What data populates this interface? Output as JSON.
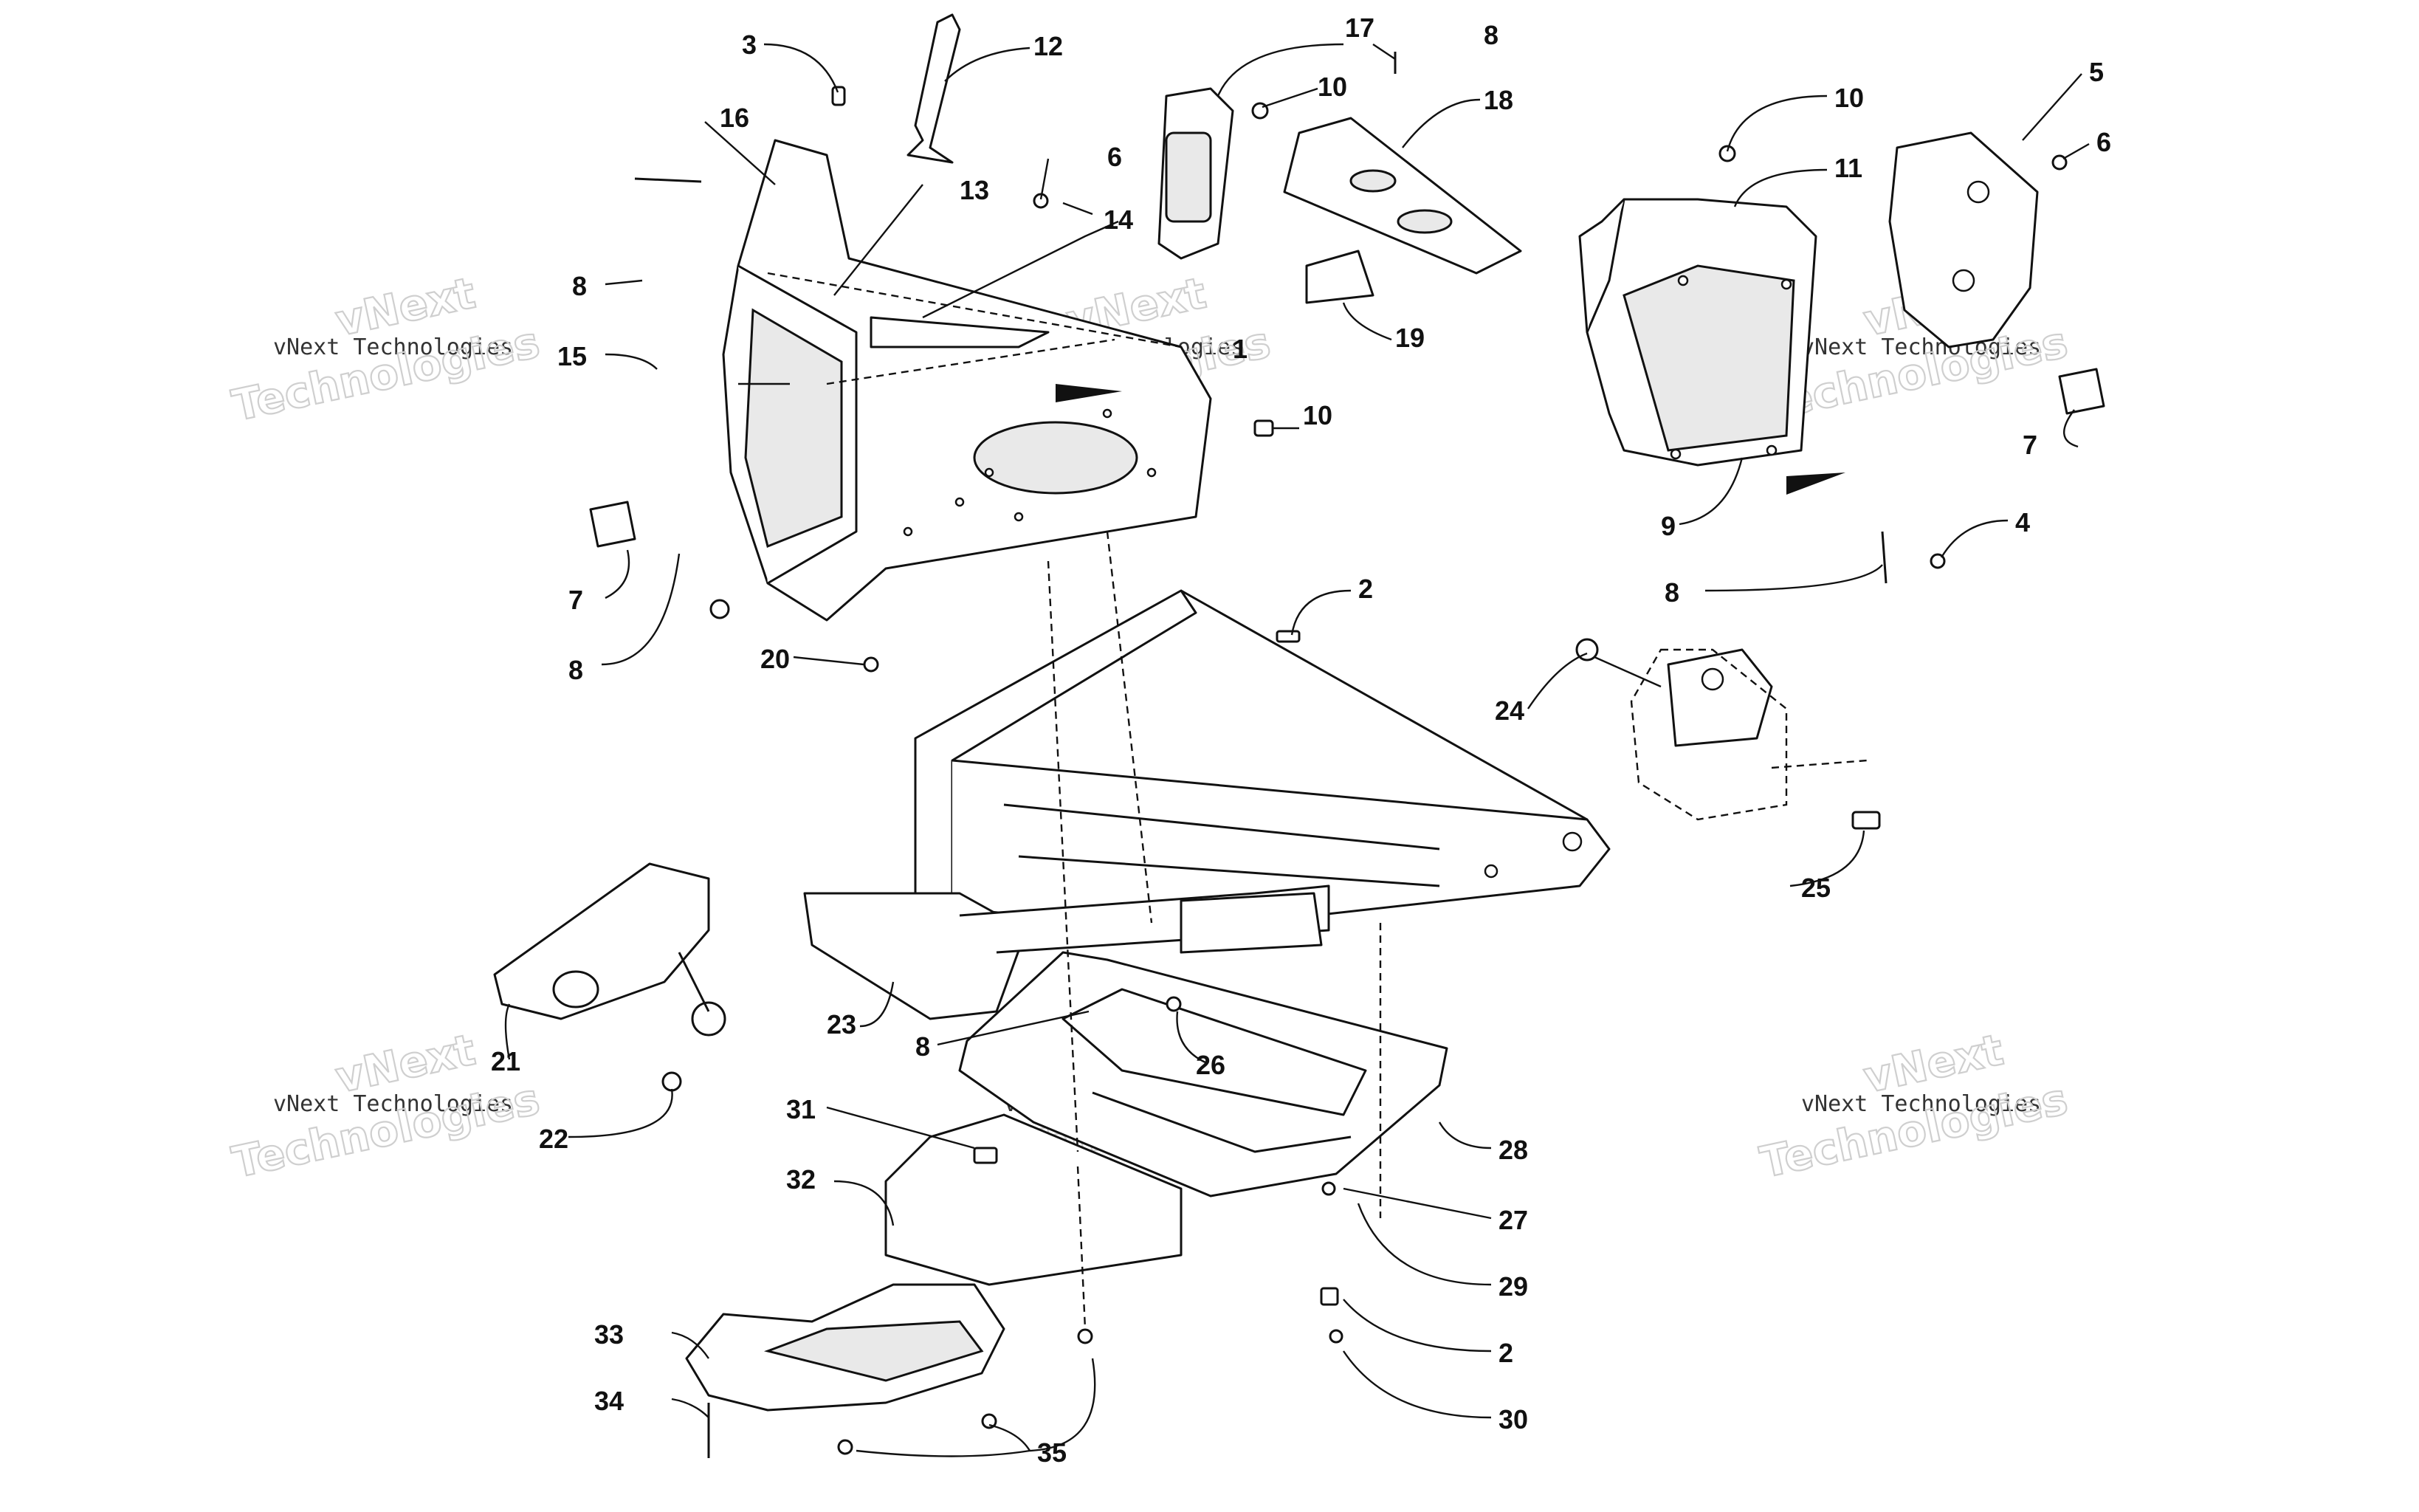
{
  "watermark": {
    "line1": "vNext",
    "line2": "vNext Technologies",
    "line3": "Technologies"
  },
  "callouts": {
    "c1": "1",
    "c2a": "2",
    "c2b": "2",
    "c3": "3",
    "c4": "4",
    "c5": "5",
    "c6a": "6",
    "c6b": "6",
    "c7a": "7",
    "c7b": "7",
    "c8a": "8",
    "c8b": "8",
    "c8c": "8",
    "c8d": "8",
    "c8e": "8",
    "c9": "9",
    "c10a": "10",
    "c10b": "10",
    "c10c": "10",
    "c11": "11",
    "c12": "12",
    "c13": "13",
    "c14": "14",
    "c15": "15",
    "c16": "16",
    "c17": "17",
    "c18": "18",
    "c19": "19",
    "c20": "20",
    "c21": "21",
    "c22": "22",
    "c23": "23",
    "c24": "24",
    "c25": "25",
    "c26": "26",
    "c27": "27",
    "c28": "28",
    "c29": "29",
    "c30": "30",
    "c31": "31",
    "c32": "32",
    "c33": "33",
    "c34": "34",
    "c35": "35"
  }
}
